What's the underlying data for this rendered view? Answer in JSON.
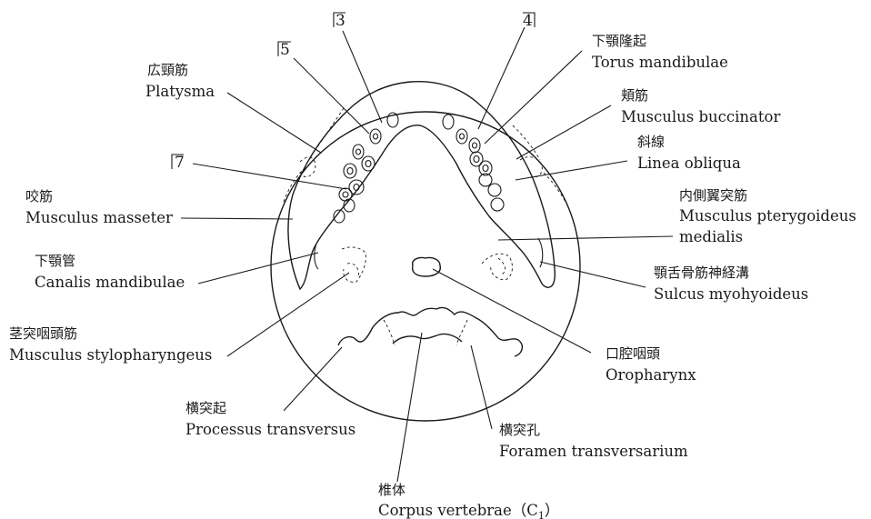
{
  "labels": {
    "tooth3": "3",
    "tooth4": "4",
    "tooth5": "5",
    "tooth7": "7",
    "torus_jp": "下顎隆起",
    "torus_la": "Torus mandibulae",
    "platysma_jp": "広頸筋",
    "platysma_la": "Platysma",
    "buccinator_jp": "頬筋",
    "buccinator_la": "Musculus buccinator",
    "linea_jp": "斜線",
    "linea_la": "Linea obliqua",
    "masseter_jp": "咬筋",
    "masseter_la": "Musculus masseter",
    "pterygoid_jp": "内側翼突筋",
    "pterygoid_la1": "Musculus pterygoideus",
    "pterygoid_la2": "medialis",
    "canalis_jp": "下顎管",
    "canalis_la": "Canalis mandibulae",
    "sulcus_jp": "顎舌骨筋神経溝",
    "sulcus_la": "Sulcus myohyoideus",
    "stylo_jp": "茎突咽頭筋",
    "stylo_la": "Musculus stylopharyngeus",
    "oropharynx_jp": "口腔咽頭",
    "oropharynx_la": "Oropharynx",
    "transversus_jp": "横突起",
    "transversus_la": "Processus transversus",
    "foramen_jp": "横突孔",
    "foramen_la": "Foramen transversarium",
    "corpus_jp": "椎体",
    "corpus_la": "Corpus vertebrae（C",
    "corpus_sub": "1",
    "corpus_close": "）"
  }
}
